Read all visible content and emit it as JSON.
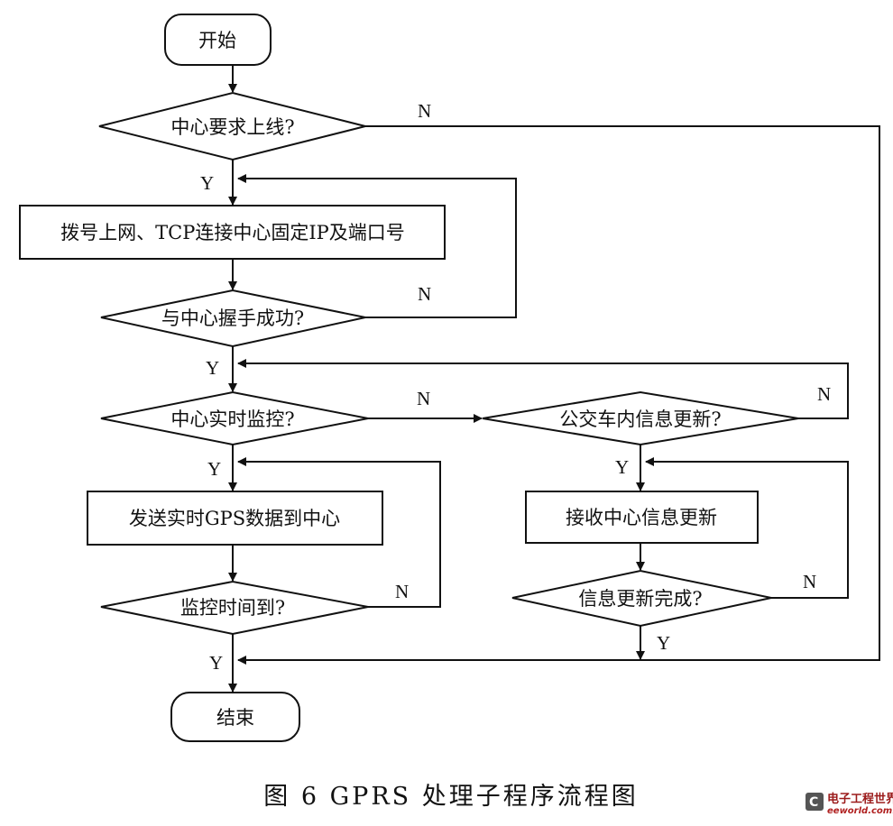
{
  "nodes": {
    "start": "开始",
    "q_online": "中心要求上线?",
    "dial": "拨号上网、TCP连接中心固定IP及端口号",
    "q_handshake": "与中心握手成功?",
    "q_monitor": "中心实时监控?",
    "q_bus_update": "公交车内信息更新?",
    "send_gps": "发送实时GPS数据到中心",
    "receive_update": "接收中心信息更新",
    "q_time_up": "监控时间到?",
    "q_update_done": "信息更新完成?",
    "end": "结束"
  },
  "labels": {
    "yes": "Y",
    "no": "N"
  },
  "caption": "图 6   GPRS 处理子程序流程图",
  "watermark": {
    "text_cn": "电子工程世界",
    "text_en": "eeworld.com.cn"
  }
}
